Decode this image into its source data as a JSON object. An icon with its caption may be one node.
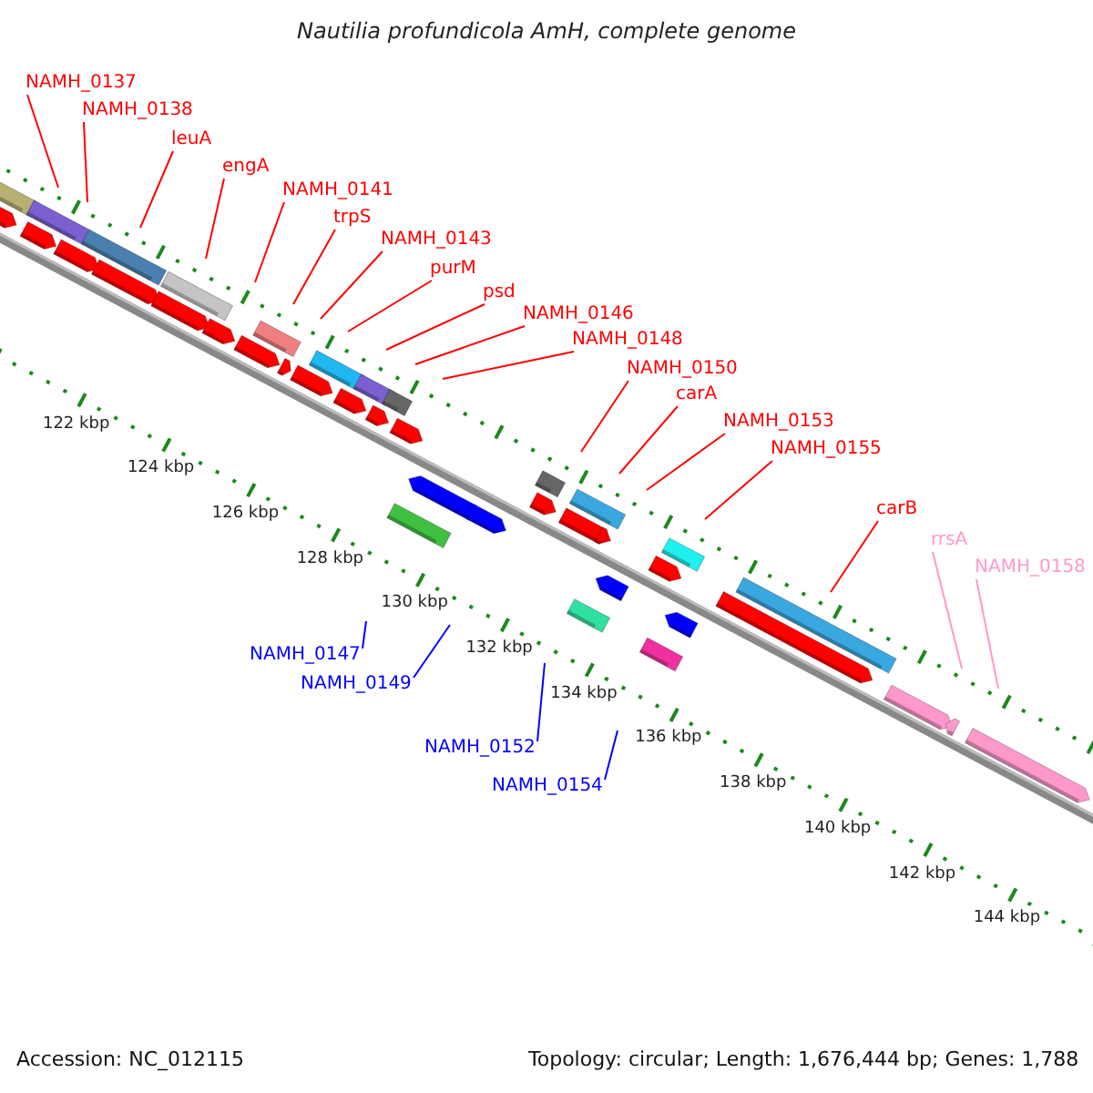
{
  "diagram": {
    "title": "Nautilia profundicola AmH, complete genome",
    "nodes": [
      {
        "text": [
          "NAMH_0137"
        ]
      },
      {
        "text": [
          "NAMH_0138"
        ]
      },
      {
        "text": [
          "leuA"
        ]
      },
      {
        "text": [
          "engA"
        ]
      },
      {
        "text": [
          "NAMH_0141"
        ]
      },
      {
        "text": [
          "trpS"
        ]
      },
      {
        "text": [
          "NAMH_0143"
        ]
      },
      {
        "text": [
          "purM"
        ]
      },
      {
        "text": [
          "psd"
        ]
      },
      {
        "text": [
          "NAMH_0146"
        ]
      },
      {
        "text": [
          "NAMH_0148"
        ]
      },
      {
        "text": [
          "NAMH_0150"
        ]
      },
      {
        "text": [
          "carA"
        ]
      },
      {
        "text": [
          "NAMH_0153"
        ]
      },
      {
        "text": [
          "NAMH_0155"
        ]
      },
      {
        "text": [
          "carB"
        ]
      },
      {
        "text": [
          "rrsA"
        ]
      },
      {
        "text": [
          "NAMH_0158"
        ]
      },
      {
        "text": [
          "NAMH_0147"
        ]
      },
      {
        "text": [
          "NAMH_0149"
        ]
      },
      {
        "text": [
          "NAMH_0152"
        ]
      },
      {
        "text": [
          "NAMH_0154"
        ]
      }
    ],
    "edges": [
      {
        "from": 0,
        "to": null,
        "arrow": "none"
      },
      {
        "from": 1,
        "to": null,
        "arrow": "none"
      },
      {
        "from": 2,
        "to": null,
        "arrow": "none"
      },
      {
        "from": 3,
        "to": null,
        "arrow": "none"
      },
      {
        "from": 4,
        "to": null,
        "arrow": "none"
      },
      {
        "from": 5,
        "to": null,
        "arrow": "none"
      },
      {
        "from": 6,
        "to": null,
        "arrow": "none"
      },
      {
        "from": 7,
        "to": null,
        "arrow": "none"
      },
      {
        "from": 8,
        "to": null,
        "arrow": "none"
      },
      {
        "from": 9,
        "to": null,
        "arrow": "none"
      },
      {
        "from": 10,
        "to": null,
        "arrow": "none"
      },
      {
        "from": 11,
        "to": null,
        "arrow": "none"
      },
      {
        "from": 12,
        "to": null,
        "arrow": "none"
      },
      {
        "from": 13,
        "to": null,
        "arrow": "none"
      },
      {
        "from": 14,
        "to": null,
        "arrow": "none"
      },
      {
        "from": 15,
        "to": null,
        "arrow": "none"
      },
      {
        "from": 16,
        "to": null,
        "arrow": "none",
        "color": "#ff99cc"
      },
      {
        "from": 17,
        "to": null,
        "arrow": "none",
        "color": "#ff99cc"
      },
      {
        "from": 18,
        "to": null,
        "arrow": "none",
        "color": "#0000ff"
      },
      {
        "from": 19,
        "to": null,
        "arrow": "none",
        "color": "#0000ff"
      },
      {
        "from": 20,
        "to": null,
        "arrow": "none",
        "color": "#0000ff"
      },
      {
        "from": 21,
        "to": null,
        "arrow": "none",
        "color": "#0000ff"
      }
    ],
    "labels": [
      "122 kbp",
      "124 kbp",
      "126 kbp",
      "128 kbp",
      "130 kbp",
      "132 kbp",
      "134 kbp",
      "136 kbp",
      "138 kbp",
      "140 kbp",
      "142 kbp",
      "144 kbp",
      "Accession: NC_012115",
      "Topology: circular; Length: 1,676,444 bp; Genes: 1,788"
    ]
  }
}
